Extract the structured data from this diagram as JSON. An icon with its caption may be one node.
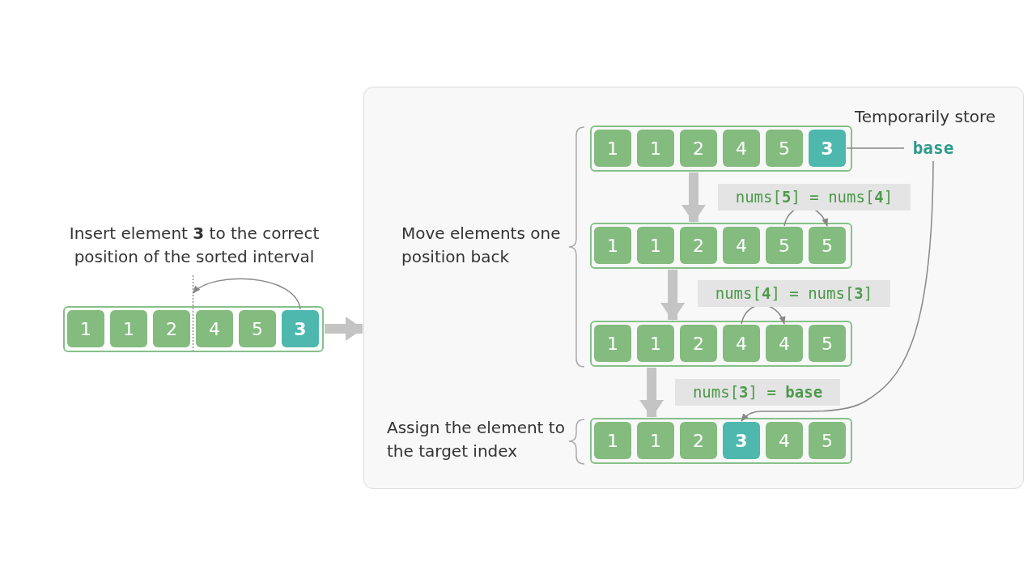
{
  "diagram": {
    "nodes": [
      {
        "text": [],
        "shape": "box"
      },
      {
        "text": [
          "1"
        ],
        "in": 0
      },
      {
        "text": [
          "1"
        ],
        "in": 0
      },
      {
        "text": [
          "2"
        ],
        "in": 0
      },
      {
        "text": [
          "4"
        ],
        "in": 0
      },
      {
        "text": [
          "5"
        ],
        "in": 0
      },
      {
        "text": [
          "3"
        ],
        "in": 0
      },
      {
        "text": [],
        "shape": "box"
      },
      {
        "text": [],
        "shape": "box",
        "in": 7
      },
      {
        "text": [
          "1"
        ],
        "in": 8
      },
      {
        "text": [
          "1"
        ],
        "in": 8
      },
      {
        "text": [
          "2"
        ],
        "in": 8
      },
      {
        "text": [
          "4"
        ],
        "in": 8
      },
      {
        "text": [
          "5"
        ],
        "in": 8
      },
      {
        "text": [
          "3"
        ],
        "in": 8
      },
      {
        "text": [
          "base"
        ],
        "in": 7
      },
      {
        "text": [
          "nums[**5**] = nums[**4**]"
        ],
        "in": 7
      },
      {
        "text": [],
        "shape": "box",
        "in": 7
      },
      {
        "text": [
          "1"
        ],
        "in": 17
      },
      {
        "text": [
          "1"
        ],
        "in": 17
      },
      {
        "text": [
          "2"
        ],
        "in": 17
      },
      {
        "text": [
          "4"
        ],
        "in": 17
      },
      {
        "text": [
          "5"
        ],
        "in": 17
      },
      {
        "text": [
          "5"
        ],
        "in": 17
      },
      {
        "text": [
          "nums[**4**] = nums[**3**]"
        ],
        "in": 7
      },
      {
        "text": [],
        "shape": "box",
        "in": 7
      },
      {
        "text": [
          "1"
        ],
        "in": 25
      },
      {
        "text": [
          "1"
        ],
        "in": 25
      },
      {
        "text": [
          "2"
        ],
        "in": 25
      },
      {
        "text": [
          "4"
        ],
        "in": 25
      },
      {
        "text": [
          "4"
        ],
        "in": 25
      },
      {
        "text": [
          "5"
        ],
        "in": 25
      },
      {
        "text": [
          "nums[**3**] = **base**"
        ],
        "in": 7
      },
      {
        "text": [],
        "shape": "box",
        "in": 7
      },
      {
        "text": [
          "1"
        ],
        "in": 33
      },
      {
        "text": [
          "1"
        ],
        "in": 33
      },
      {
        "text": [
          "2"
        ],
        "in": 33
      },
      {
        "text": [
          "3"
        ],
        "in": 33
      },
      {
        "text": [
          "4"
        ],
        "in": 33
      },
      {
        "text": [
          "5"
        ],
        "in": 33
      }
    ],
    "edges": [
      {
        "from": 6,
        "to": null,
        "arrow": "to"
      },
      {
        "from": 0,
        "to": 7,
        "arrow": "to",
        "style": "thick",
        "color": "#c4c4c4"
      },
      {
        "from": 14,
        "to": 15,
        "arrow": "none"
      },
      {
        "from": 8,
        "to": 17,
        "arrow": "to",
        "style": "thick",
        "color": "#c4c4c4"
      },
      {
        "from": 22,
        "to": 23,
        "arrow": "to"
      },
      {
        "from": 17,
        "to": 25,
        "arrow": "to",
        "style": "thick",
        "color": "#c4c4c4"
      },
      {
        "from": 29,
        "to": 30,
        "arrow": "to"
      },
      {
        "from": 25,
        "to": 33,
        "arrow": "to",
        "style": "thick",
        "color": "#c4c4c4"
      },
      {
        "from": 15,
        "to": 37,
        "arrow": "to"
      }
    ],
    "labels": [
      "Insert element **3** to the correct position of the sorted interval",
      "Move elements one position back",
      "Temporarily store",
      "Assign the element to the target index"
    ]
  }
}
